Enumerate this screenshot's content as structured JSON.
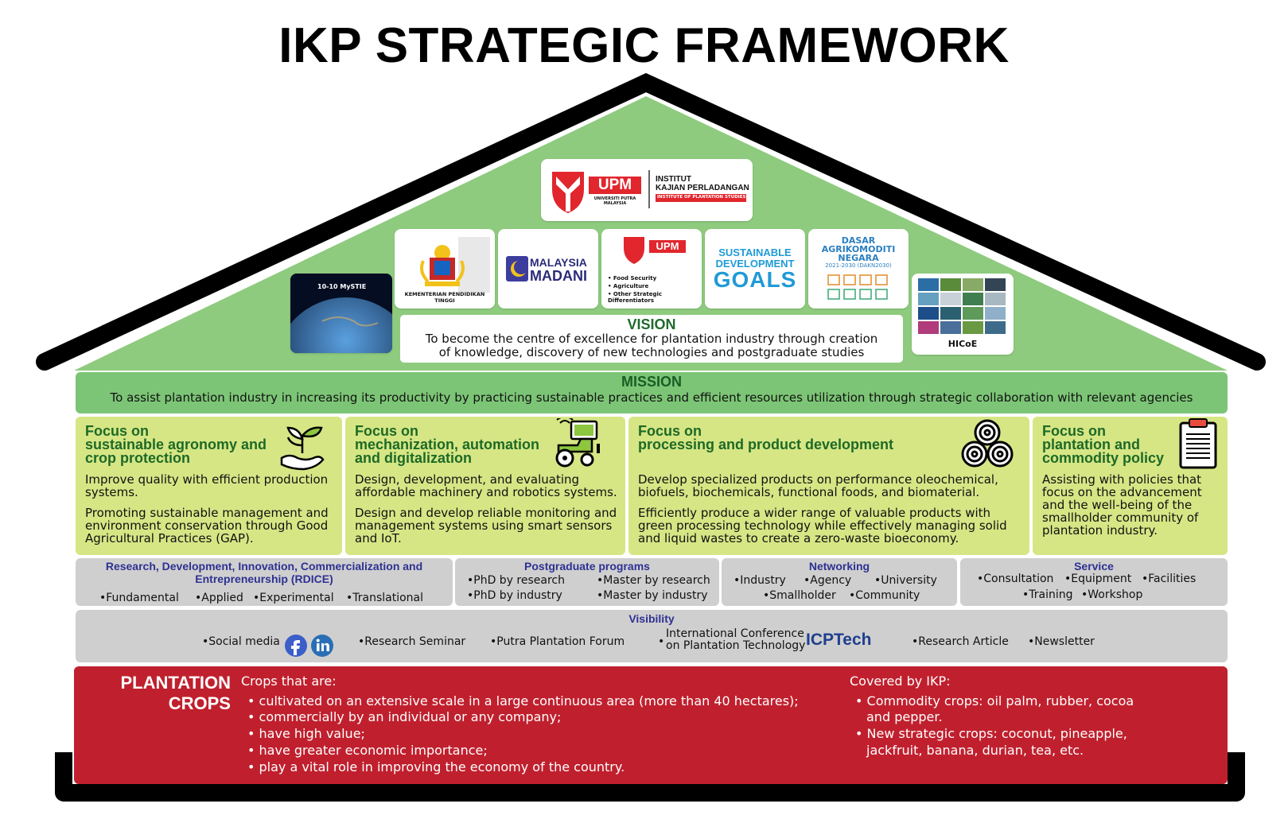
{
  "title": "IKP STRATEGIC FRAMEWORK",
  "colors": {
    "roof_green": "#8ecb7e",
    "mission_green": "#7cc576",
    "focus_green": "#d6e685",
    "grey": "#cfcfcf",
    "red": "#c0202e",
    "dark_green_text": "#1d6a26",
    "blue_text": "#2e3192"
  },
  "logos": {
    "institute_line1": "INSTITUT",
    "institute_line2": "KAJIAN PERLADANGAN",
    "institute_line3": "INSTITUTE OF PLANTATION STUDIES",
    "upm_acronym": "UPM",
    "upm_name": "UNIVERSITI PUTRA MALAYSIA",
    "kpt_label": "KEMENTERIAN PENDIDIKAN TINGGI",
    "madani_line1": "MALAYSIA",
    "madani_line2": "MADANI",
    "upm_focus_1": "• Food Security",
    "upm_focus_2": "• Agriculture",
    "upm_focus_3": "• Other Strategic Differentiators",
    "sdg_line1": "SUSTAINABLE",
    "sdg_line2": "DEVELOPMENT",
    "sdg_line3": "GOALS",
    "dakn_line1": "DASAR",
    "dakn_line2": "AGRIKOMODITI",
    "dakn_line3": "NEGARA",
    "dakn_line4": "2021-2030 (DAKN2030)",
    "hicoe": "HICoE",
    "mySTIE": "10-10 MySTIE"
  },
  "vision": {
    "title": "VISION",
    "line1": "To become the centre of excellence for plantation industry through creation",
    "line2": "of knowledge, discovery of new technologies and postgraduate studies"
  },
  "mission": {
    "title": "MISSION",
    "text": "To assist plantation industry in increasing its productivity by practicing sustainable practices and efficient resources utilization through strategic collaboration with relevant agencies"
  },
  "focus": [
    {
      "title1": "Focus on",
      "title2": "sustainable agronomy and",
      "title3": "crop protection",
      "p1": "Improve quality with efficient production systems.",
      "p2": "Promoting sustainable management and environment conservation through Good Agricultural Practices (GAP).",
      "icon": "plant-hand-icon"
    },
    {
      "title1": "Focus on",
      "title2": "mechanization, automation",
      "title3": "and digitalization",
      "p1": "Design, development, and evaluating affordable machinery and robotics systems.",
      "p2": "Design and develop reliable monitoring and management systems using smart sensors and IoT.",
      "icon": "tractor-icon"
    },
    {
      "title1": "Focus on",
      "title2": "processing and product development",
      "title3": "",
      "p1": "Develop specialized products on performance oleochemical, biofuels, biochemicals, functional foods, and biomaterial.",
      "p2": "Efficiently produce a wider range of valuable products with green processing technology while effectively managing solid and liquid wastes to create a zero-waste bioeconomy.",
      "icon": "rubber-rolls-icon"
    },
    {
      "title1": "Focus on",
      "title2": "plantation and",
      "title3": "commodity policy",
      "p1": "Assisting with policies that focus on the advancement and the well-being of the smallholder community of plantation industry.",
      "p2": "",
      "icon": "clipboard-icon"
    }
  ],
  "rdice": {
    "title": "Research, Development, Innovation, Commercialization and Entrepreneurship (RDICE)",
    "items": [
      "•Fundamental",
      "•Applied",
      "•Experimental",
      "•Translational"
    ]
  },
  "postgrad": {
    "title": "Postgraduate programs",
    "items": [
      "•PhD by research",
      "•Master by research",
      "•PhD by industry",
      "•Master by industry"
    ]
  },
  "networking": {
    "title": "Networking",
    "items": [
      "•Industry",
      "•Agency",
      "•University",
      "•Smallholder",
      "•Community"
    ]
  },
  "service": {
    "title": "Service",
    "items": [
      "•Consultation",
      "•Equipment",
      "•Facilities",
      "•Training",
      "•Workshop"
    ]
  },
  "visibility": {
    "title": "Visibility",
    "social": "•Social media",
    "seminar": "•Research Seminar",
    "forum": "•Putra Plantation Forum",
    "bullet": "•",
    "conf1": "International Conference",
    "conf2": "on Plantation Technology",
    "icptech": "ICPTech",
    "article": "•Research Article",
    "newsletter": "•Newsletter"
  },
  "plantation": {
    "label1": "PLANTATION",
    "label2": "CROPS",
    "crops_heading": "Crops that are:",
    "crops": [
      "• cultivated on an extensive scale in a large continuous area (more than 40 hectares);",
      "• commercially by an individual or any company;",
      "• have high value;",
      "• have greater economic importance;",
      "• play a vital role in improving the economy of the country."
    ],
    "covered_heading": "Covered by IKP:",
    "covered": [
      "• Commodity crops: oil palm, rubber, cocoa",
      "and pepper.",
      "• New strategic crops: coconut, pineapple,",
      "jackfruit, banana, durian, tea, etc."
    ]
  }
}
